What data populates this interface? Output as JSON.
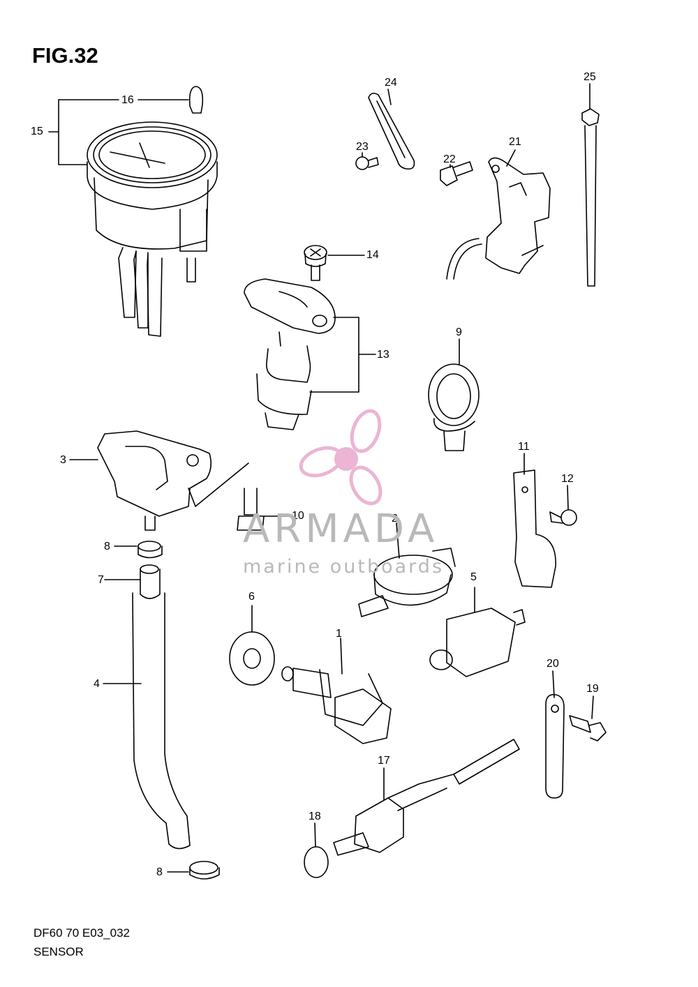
{
  "figure": {
    "title": "FIG.32"
  },
  "callouts": [
    "16",
    "15",
    "24",
    "25",
    "23",
    "22",
    "21",
    "14",
    "13",
    "9",
    "3",
    "10",
    "11",
    "12",
    "8",
    "7",
    "2",
    "5",
    "6",
    "1",
    "4",
    "20",
    "19",
    "17",
    "18",
    "8"
  ],
  "watermark": {
    "brand": "ARMADA",
    "tagline": "marine outboards",
    "accent_color": "#e8a9cc"
  },
  "footer": {
    "code": "DF60 70 E03_032",
    "label": "SENSOR"
  }
}
